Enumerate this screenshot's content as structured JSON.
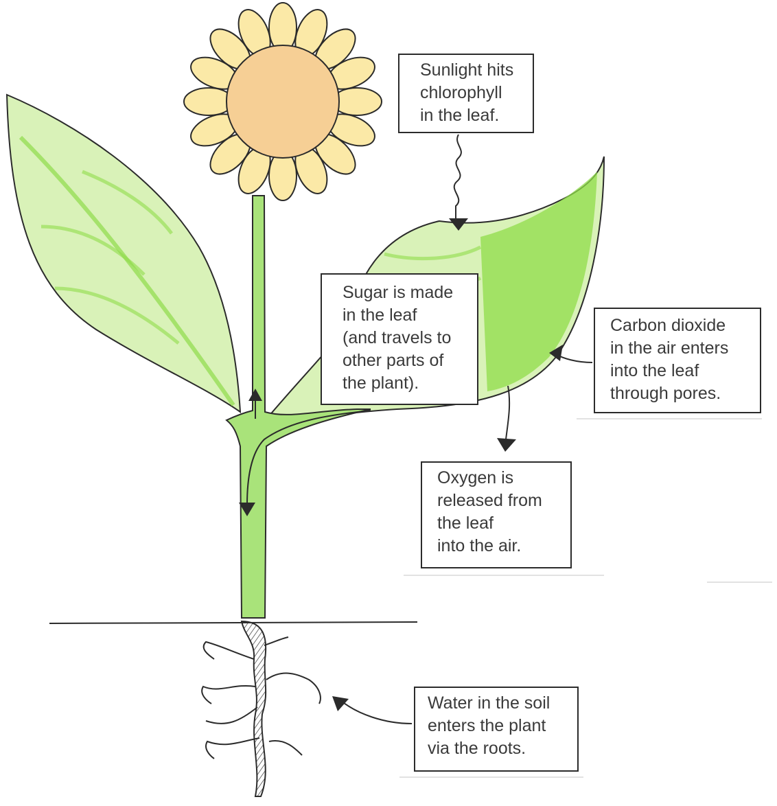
{
  "labels": {
    "sunlight": [
      "Sunlight hits",
      "chlorophyll",
      "in the leaf."
    ],
    "sugar": [
      "Sugar is made",
      "in the leaf",
      "(and travels to",
      "other parts of",
      "the plant)."
    ],
    "carbon_dioxide": [
      "Carbon dioxide",
      "in the air enters",
      "into the leaf",
      "through pores."
    ],
    "oxygen": [
      "Oxygen is",
      "released from",
      "the leaf",
      "into the air."
    ],
    "water": [
      "Water in the soil",
      "enters the plant",
      "via the roots."
    ]
  },
  "colors": {
    "leaf_fill": "#d9f2b8",
    "leaf_shade": "#8fdc4a",
    "stem": "#a9e37a",
    "petal": "#fbe9a7",
    "flower_center": "#f6cf95",
    "ink": "#2b2b2b"
  }
}
